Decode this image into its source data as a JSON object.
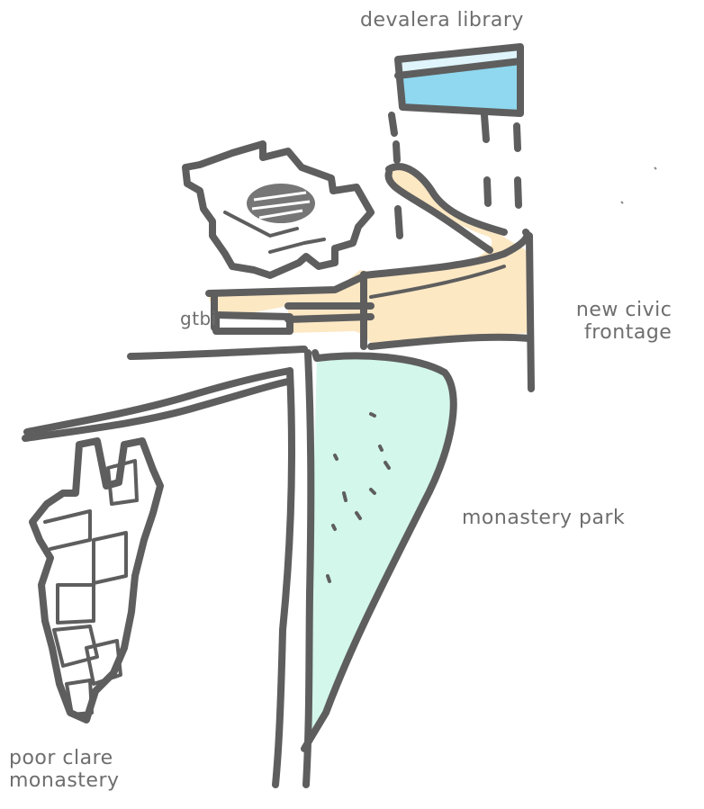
{
  "labels": {
    "library": "devalera library",
    "gtbi": "gtbi",
    "civic_line1": "new civic",
    "civic_line2": "frontage",
    "park": "monastery park",
    "clare_line1": "poor clare",
    "clare_line2": "monastery"
  },
  "colors": {
    "ink": "#5e5e5e",
    "library_fill": "#8fd8ef",
    "frontage_fill": "#fde8c4",
    "park_fill": "#d3f7ea",
    "label_text": "#6e6e6e"
  }
}
